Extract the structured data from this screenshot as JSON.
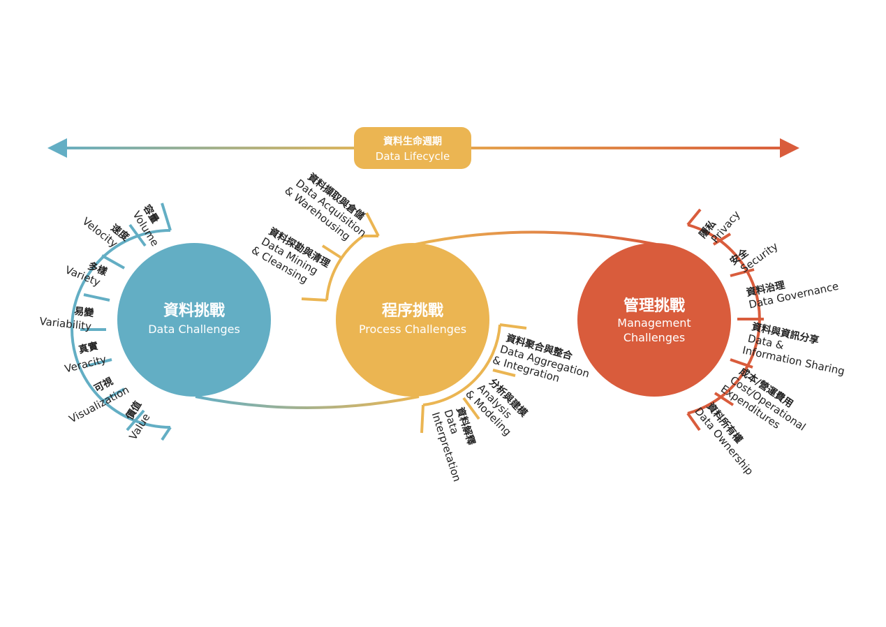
{
  "colors": {
    "teal": "#63aec4",
    "yellow": "#ebb552",
    "orange": "#d95c3c"
  },
  "lifecycle": {
    "zh": "資料生命週期",
    "en": "Data Lifecycle"
  },
  "circles": [
    {
      "zh": "資料挑戰",
      "en": "Data Challenges"
    },
    {
      "zh": "程序挑戰",
      "en": "Process Challenges"
    },
    {
      "zh": "管理挑戰",
      "en_line1": "Management",
      "en_line2": "Challenges"
    }
  ],
  "data_items": [
    {
      "zh": "容量",
      "en": "Volume"
    },
    {
      "zh": "速度",
      "en": "Velocity"
    },
    {
      "zh": "多樣",
      "en": "Variety"
    },
    {
      "zh": "易變",
      "en": "Variability"
    },
    {
      "zh": "真實",
      "en": "Veracity"
    },
    {
      "zh": "可視",
      "en": "Visualization"
    },
    {
      "zh": "價值",
      "en": "Value"
    }
  ],
  "process_left": [
    {
      "zh": "資料擷取與倉儲",
      "en1": "Data Acquisition",
      "en2": "& Warehousing"
    },
    {
      "zh": "資料探勘與清理",
      "en1": "Data Mining",
      "en2": "& Cleansing"
    }
  ],
  "process_right": [
    {
      "zh": "資料聚合與整合",
      "en1": "Data Aggregation",
      "en2": "& Integration"
    },
    {
      "zh": "分析與建模",
      "en1": "Analysis",
      "en2": "& Modeling"
    },
    {
      "zh": "資料解釋",
      "en1": "Data",
      "en2": "Interpretation"
    }
  ],
  "management_items": [
    {
      "zh": "隱私",
      "en1": "Privacy"
    },
    {
      "zh": "安全",
      "en1": "Security"
    },
    {
      "zh": "資料治理",
      "en1": "Data Governance"
    },
    {
      "zh": "資料與資訊分享",
      "en1": "Data &",
      "en2": "Information Sharing"
    },
    {
      "zh": "成本/營運費用",
      "en1": "Cost/Operational",
      "en2": "Expenditures"
    },
    {
      "zh": "資料所有權",
      "en1": "Data Ownership"
    }
  ]
}
